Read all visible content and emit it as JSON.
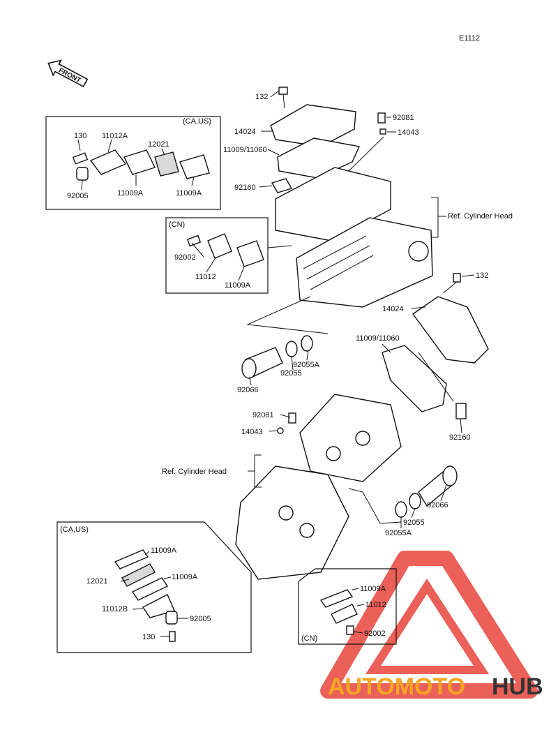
{
  "diagram": {
    "code": "E1112",
    "front_label": "FRONT",
    "ref_labels": [
      "Ref. Cylinder Head",
      "Ref. Cylinder Head"
    ],
    "groups": {
      "top_ca_us": "(CA,US)",
      "top_cn": "(CN)",
      "bottom_ca_us": "(CA,US)",
      "bottom_cn": "(CN)"
    },
    "callouts": [
      "132",
      "92081",
      "14043",
      "14024",
      "11009/11060",
      "92160",
      "130",
      "11012A",
      "12021",
      "92005",
      "11009A",
      "11009A",
      "92002",
      "11012",
      "11009A",
      "132",
      "14024",
      "11009/11060",
      "92055A",
      "92055",
      "92066",
      "92160",
      "92081",
      "14043",
      "92066",
      "92055",
      "92055A",
      "11009A",
      "12021",
      "11009A",
      "11012B",
      "92005",
      "130",
      "11009A",
      "11012",
      "92002"
    ]
  },
  "watermark": {
    "text_part1": "AUTOMOTO",
    "text_part2": "HUB",
    "color_part1": "#f5a623",
    "color_part2": "#333333",
    "triangle_color": "#e8453c"
  }
}
